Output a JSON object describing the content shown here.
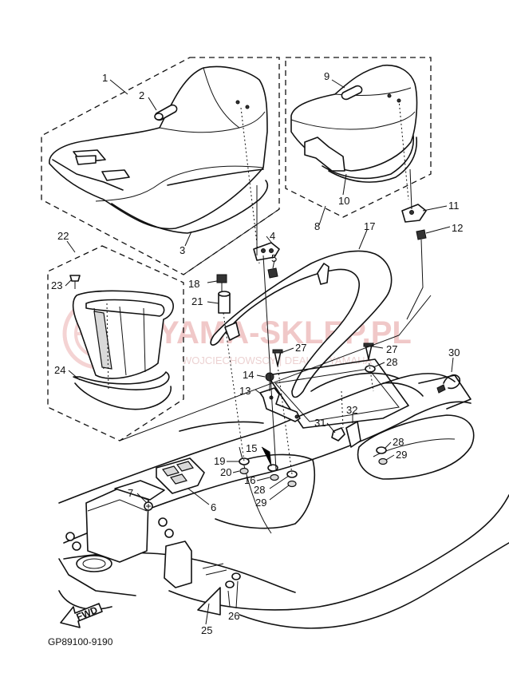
{
  "diagram": {
    "callouts": [
      {
        "label": "1"
      },
      {
        "label": "2"
      },
      {
        "label": "3"
      },
      {
        "label": "4"
      },
      {
        "label": "5"
      },
      {
        "label": "6"
      },
      {
        "label": "7"
      },
      {
        "label": "8"
      },
      {
        "label": "9"
      },
      {
        "label": "10"
      },
      {
        "label": "11"
      },
      {
        "label": "12"
      },
      {
        "label": "13"
      },
      {
        "label": "14"
      },
      {
        "label": "15"
      },
      {
        "label": "16"
      },
      {
        "label": "17"
      },
      {
        "label": "18"
      },
      {
        "label": "19"
      },
      {
        "label": "20"
      },
      {
        "label": "21"
      },
      {
        "label": "22"
      },
      {
        "label": "23"
      },
      {
        "label": "24"
      },
      {
        "label": "25"
      },
      {
        "label": "26"
      },
      {
        "label": "27"
      },
      {
        "label": "27"
      },
      {
        "label": "28"
      },
      {
        "label": "28"
      },
      {
        "label": "28"
      },
      {
        "label": "29"
      },
      {
        "label": "29"
      },
      {
        "label": "30"
      },
      {
        "label": "31"
      },
      {
        "label": "32"
      }
    ],
    "fwd_label": "FWD",
    "diagram_code": "GP89100-9190"
  },
  "watermark": {
    "brand": "YAMA-SKLEP.PL",
    "tagline": "WOJCIECHOWSCY | DEALER YAMAHA"
  },
  "colors": {
    "line": "#111111",
    "watermark": "#f0c8c8",
    "background": "#ffffff"
  }
}
